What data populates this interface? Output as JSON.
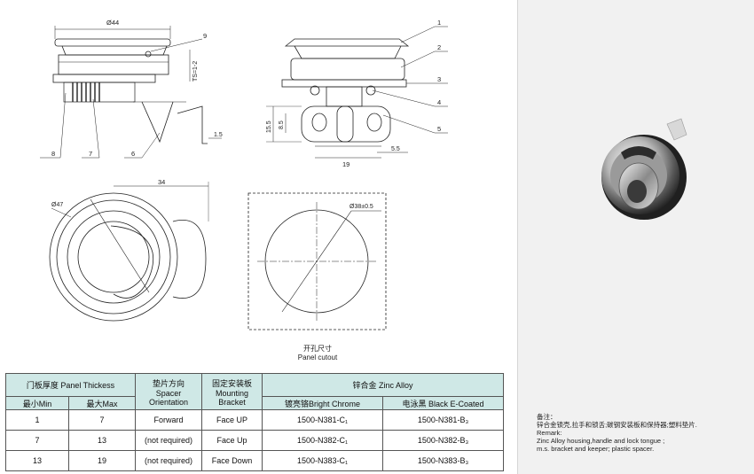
{
  "drawing": {
    "dims": {
      "d44": "Ø44",
      "ts": "TS=1-2",
      "d47": "Ø47",
      "d34": "34",
      "d15": "1.5",
      "d155": "15.5",
      "d85": "8.5",
      "d19": "19",
      "d55": "5.5",
      "d38": "Ø38±0.5"
    },
    "callouts": [
      "1",
      "2",
      "3",
      "4",
      "5",
      "6",
      "7",
      "8",
      "9"
    ],
    "panel_cutout_cn": "开孔尺寸",
    "panel_cutout_en": "Panel cutout"
  },
  "table": {
    "h_panel": "门板厚度 Panel Thickess",
    "h_spacer_cn": "垫片方向",
    "h_spacer_en": "Spacer Orientation",
    "h_bracket_cn": "固定安装板",
    "h_bracket_en": "Mounting Bracket",
    "h_alloy": "锌合金 Zinc Alloy",
    "h_min": "最小Min",
    "h_max": "最大Max",
    "h_chrome": "镀亮铬Bright Chrome",
    "h_black": "电泳黑 Black E-Coated",
    "rows": [
      {
        "min": "1",
        "max": "7",
        "spacer": "Forward",
        "bracket": "Face UP",
        "chrome": "1500-N381-C₁",
        "black": "1500-N381-B₃"
      },
      {
        "min": "7",
        "max": "13",
        "spacer": "(not required)",
        "bracket": "Face Up",
        "chrome": "1500-N382-C₁",
        "black": "1500-N382-B₃"
      },
      {
        "min": "13",
        "max": "19",
        "spacer": "(not required)",
        "bracket": "Face Down",
        "chrome": "1500-N383-C₁",
        "black": "1500-N383-B₃"
      }
    ]
  },
  "remark": {
    "cn_title": "备注：",
    "cn_text": "锌合金锁壳,拉手和锁舌;碳钢安装板和保持器;塑料垫片.",
    "en_title": "Remark:",
    "en_line1": "Zinc Alloy housing,handle and lock tongue ;",
    "en_line2": "m.s. bracket and keeper; plastic spacer."
  }
}
